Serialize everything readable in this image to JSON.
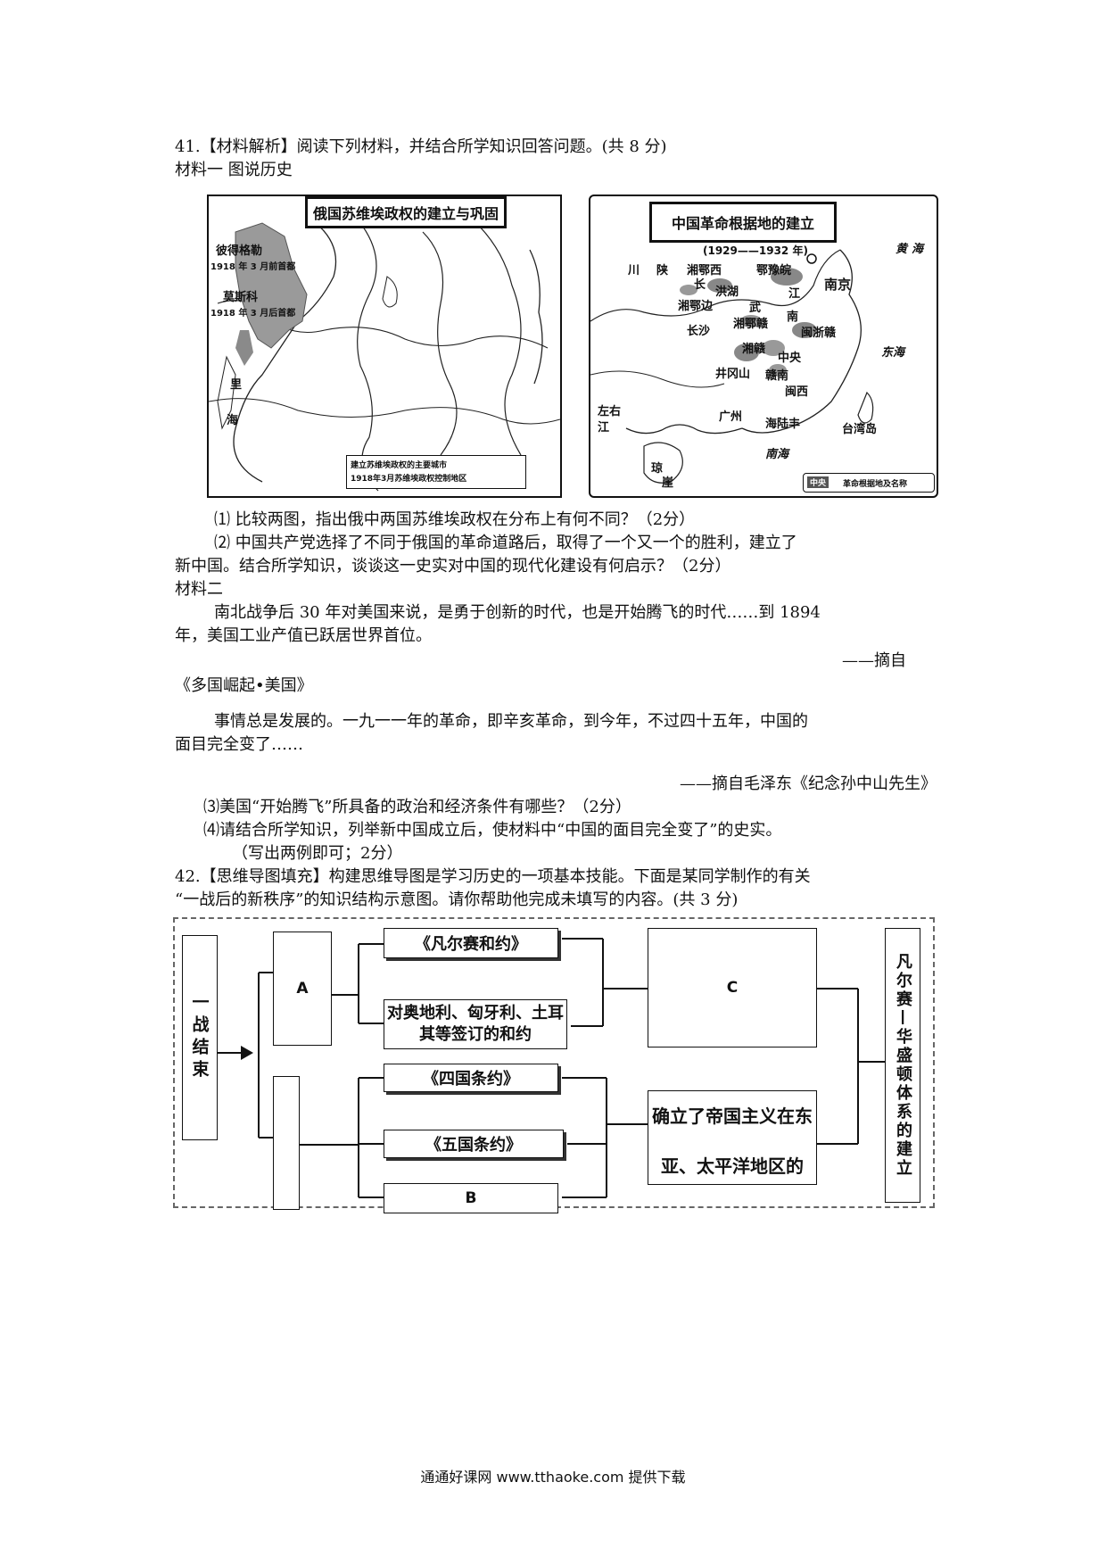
{
  "q41": {
    "heading": "41.【材料解析】阅读下列材料，并结合所学知识回答问题。(共 8 分)",
    "material1_label": "材料一    图说历史",
    "map_russia": {
      "title": "俄国苏维埃政权的建立与巩固",
      "label_petrograd": "彼得格勒",
      "label_petrograd_note": "1918 年 3 月前首都",
      "label_moscow": "莫斯科",
      "label_moscow_note": "1918 年 3 月后首都",
      "label_li": "里",
      "label_hai": "海",
      "legend_1": "建立苏维埃政权的主要城市",
      "legend_2": "1918年3月苏维埃政权控制地区"
    },
    "map_china": {
      "title": "中国革命根据地的建立",
      "subtitle": "(1929——1932 年)",
      "labels": [
        "川",
        "陕",
        "湘鄂西",
        "鄂豫皖",
        "南京",
        "长",
        "洪湖",
        "江",
        "湘鄂边",
        "武",
        "南",
        "长沙",
        "湘鄂赣",
        "闽浙赣",
        "湘赣",
        "中央",
        "井冈山",
        "赣南",
        "闽西",
        "左右",
        "江",
        "广州",
        "海陆丰",
        "台湾岛",
        "东海",
        "黄",
        "海",
        "南海",
        "琼",
        "崖"
      ],
      "legend_tag": "中央",
      "legend_text": "革命根据地及名称"
    },
    "q1": "⑴ 比较两图，指出俄中两国苏维埃政权在分布上有何不同？（2分）",
    "q2_line1": "⑵ 中国共产党选择了不同于俄国的革命道路后，取得了一个又一个的胜利，建立了",
    "q2_line2": "新中国。结合所学知识，谈谈这一史实对中国的现代化建设有何启示？（2分）",
    "material2_label": "材料二",
    "m2_p1_line1": "南北战争后 30 年对美国来说，是勇于创新的时代，也是开始腾飞的时代……到 1894",
    "m2_p1_line2": "年，美国工业产值已跃居世界首位。",
    "m2_src1": "——摘自",
    "m2_src1_book": "《多国崛起•美国》",
    "m2_p2_line1": "事情总是发展的。一九一一年的革命，即辛亥革命，到今年，不过四十五年，中国的",
    "m2_p2_line2": "面目完全变了……",
    "m2_src2": "——摘自毛泽东《纪念孙中山先生》",
    "q3": "⑶美国“开始腾飞”所具备的政治和经济条件有哪些？（2分）",
    "q4_line1": "⑷请结合所学知识，列举新中国成立后，使材料中“中国的面目完全变了”的史实。",
    "q4_line2": "（写出两例即可；2分）"
  },
  "q42": {
    "heading_line1": "42.【思维导图填充】构建思维导图是学习历史的一项基本技能。下面是某同学制作的有关",
    "heading_line2": "“一战后的新秩序”的知识结构示意图。请你帮助他完成未填写的内容。(共 3 分)",
    "mindmap": {
      "start": "一战结束",
      "a": "A",
      "versailles": "《凡尔赛和约》",
      "other_treaties": "对奥地利、匈牙利、土耳其等签订的和约",
      "c": "C",
      "four_power": "《四国条约》",
      "five_power": "《五国条约》",
      "b": "B",
      "east_asia": "确立了帝国主义在东亚、太平洋地区的",
      "system": "凡尔赛—华盛顿体系的建立"
    }
  },
  "footer": "通通好课网  www.tthaoke.com  提供下载"
}
